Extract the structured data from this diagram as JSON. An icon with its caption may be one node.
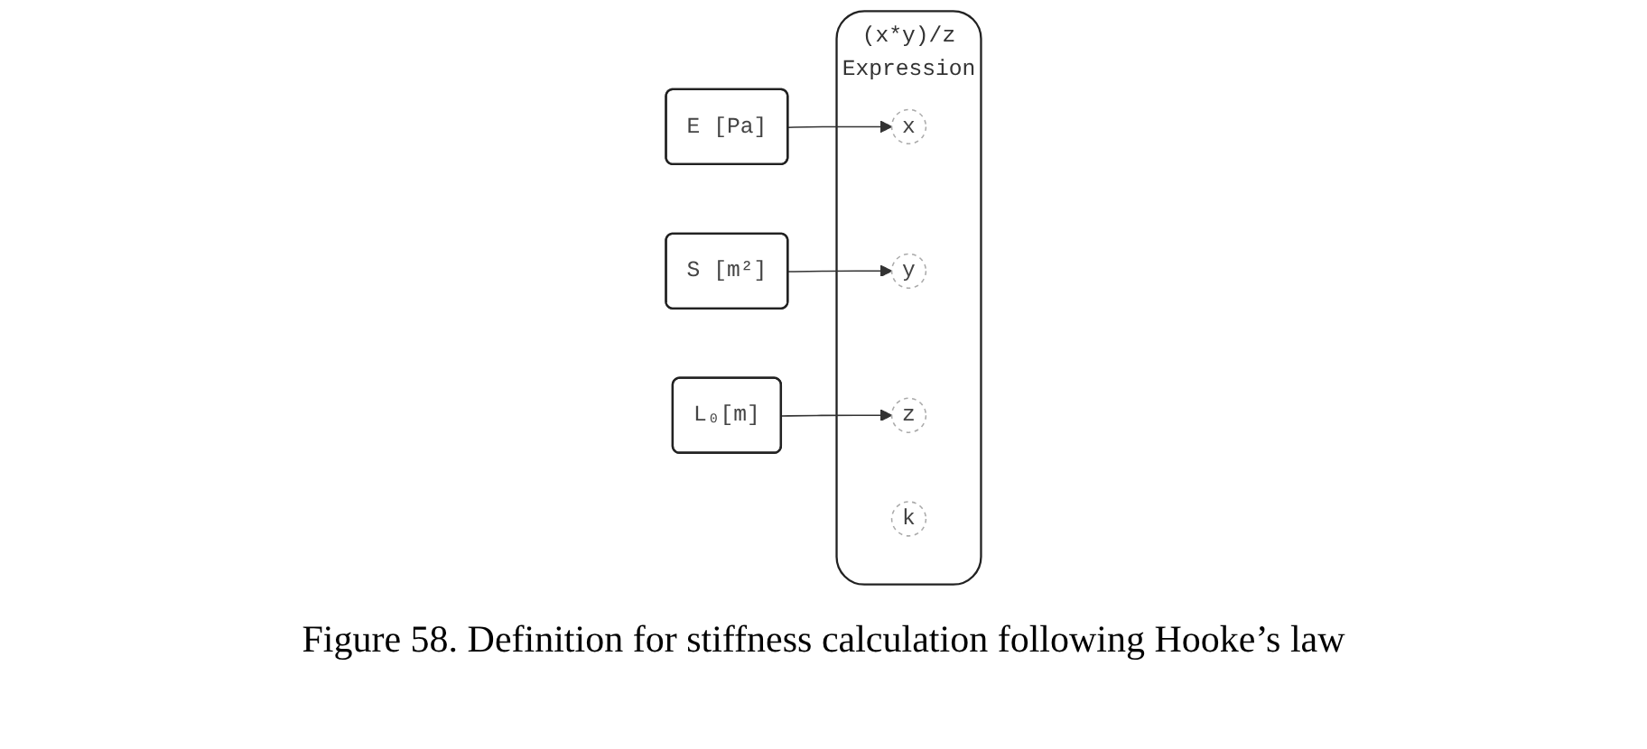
{
  "diagram": {
    "caption": "Figure 58. Definition for stiffness calculation following Hooke’s law",
    "nodes": [
      {
        "text": [
          "E [Pa]"
        ]
      },
      {
        "text": [
          "S [m²]"
        ]
      },
      {
        "text": [
          "L₀[m]"
        ]
      },
      {
        "text": [
          "(x*y)/z",
          "Expression"
        ]
      },
      {
        "text": [
          "x"
        ],
        "in": 3
      },
      {
        "text": [
          "y"
        ],
        "in": 3
      },
      {
        "text": [
          "z"
        ],
        "in": 3
      },
      {
        "text": [
          "k"
        ],
        "in": 3
      }
    ],
    "edges": [
      {
        "from": 0,
        "to": 4,
        "arrow": "to"
      },
      {
        "from": 1,
        "to": 5,
        "arrow": "to"
      },
      {
        "from": 2,
        "to": 6,
        "arrow": "to"
      }
    ]
  }
}
